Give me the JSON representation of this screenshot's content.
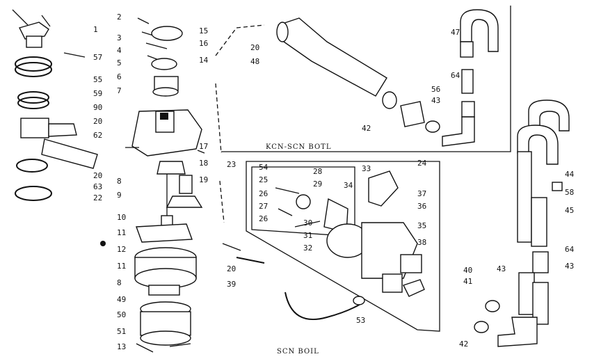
{
  "inset_caption_top": "KCN-SCN BOTL",
  "inset_caption_bottom": "SCN BOIL",
  "callouts_left": [
    "2",
    "1",
    "3",
    "15",
    "4",
    "16",
    "14",
    "5",
    "6",
    "7",
    "57",
    "55",
    "59",
    "90",
    "20",
    "62",
    "17",
    "18",
    "20",
    "19",
    "63",
    "8",
    "9",
    "22",
    "10",
    "11",
    "12",
    "11",
    "8",
    "49",
    "50",
    "51",
    "13"
  ],
  "callouts_upper_right": [
    "20",
    "48",
    "47",
    "64",
    "56",
    "43",
    "42"
  ],
  "callouts_lower_right": [
    "23",
    "54",
    "25",
    "26",
    "27",
    "26",
    "28",
    "29",
    "30",
    "31",
    "32",
    "34",
    "33",
    "24",
    "37",
    "36",
    "35",
    "38",
    "20",
    "39",
    "40",
    "41",
    "53",
    "42",
    "44",
    "58",
    "45",
    "64",
    "43",
    "43"
  ]
}
